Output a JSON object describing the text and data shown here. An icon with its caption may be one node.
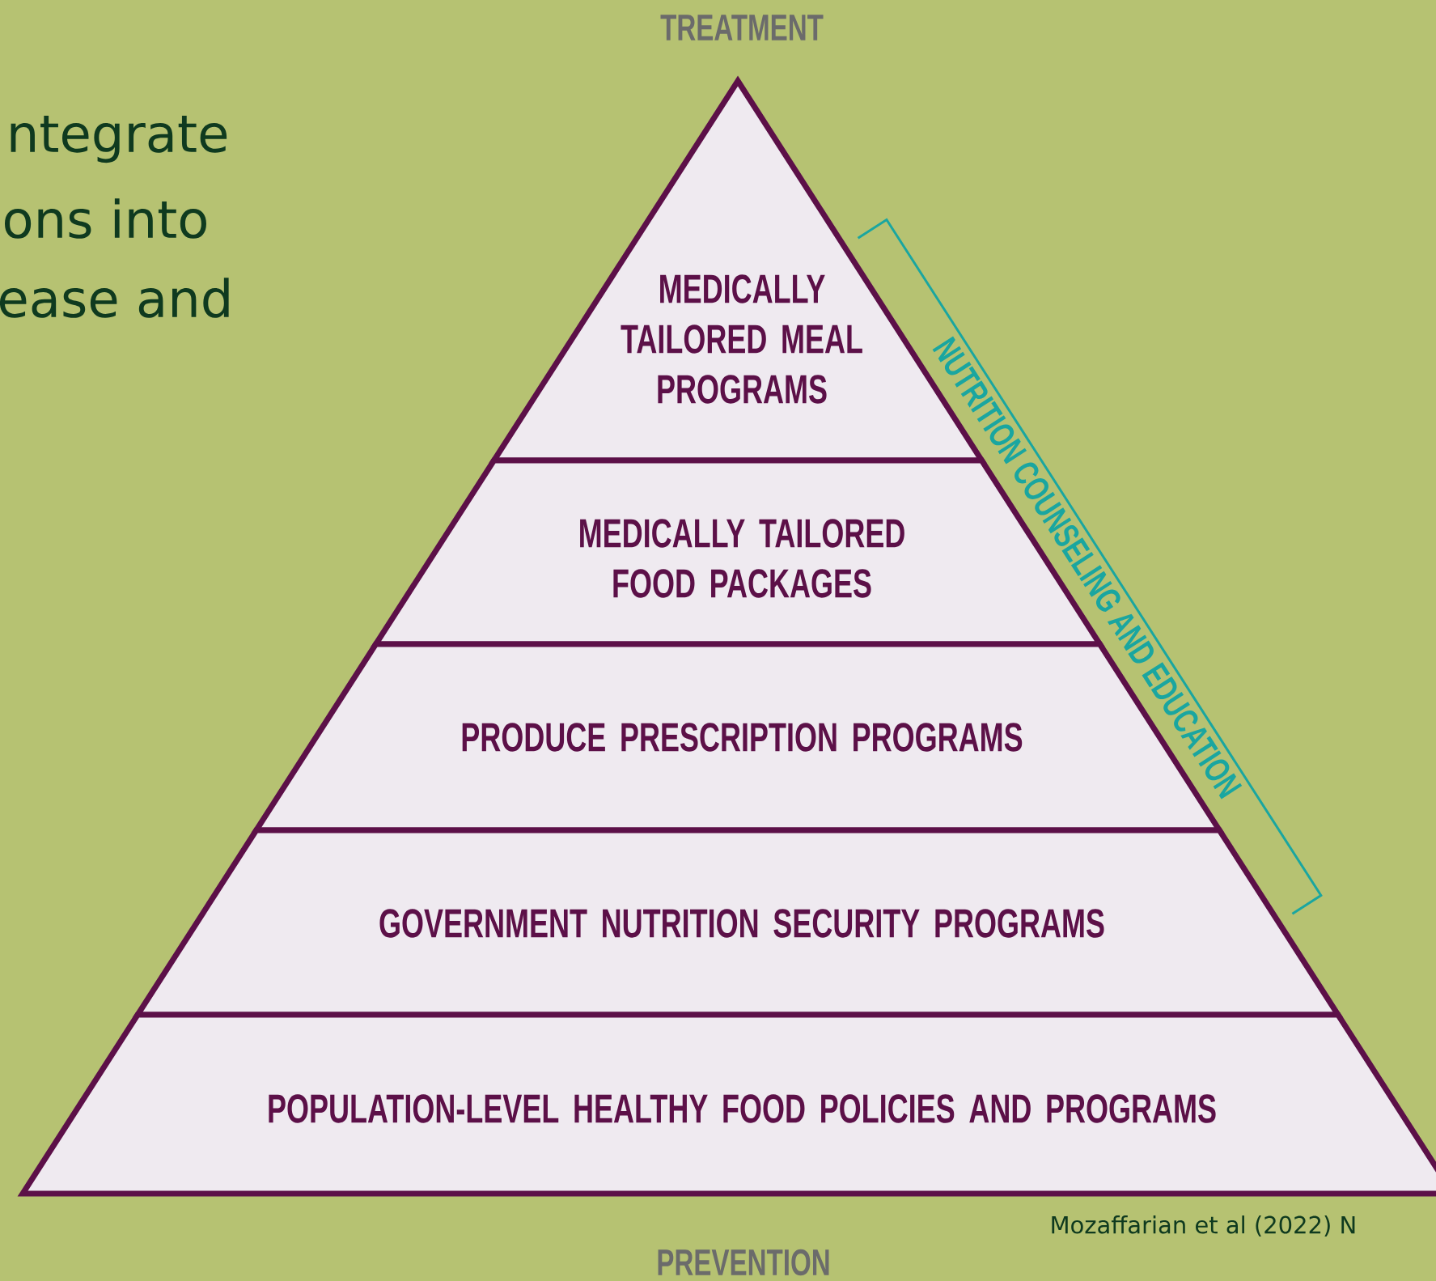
{
  "diagram": {
    "nodes": [
      {
        "text": [
          "MEDICALLY TAILORED MEAL PROGRAMS"
        ]
      },
      {
        "text": [
          "MEDICALLY TAILORED FOOD PACKAGES"
        ]
      },
      {
        "text": [
          "PRODUCE PRESCRIPTION PROGRAMS"
        ]
      },
      {
        "text": [
          "GOVERNMENT NUTRITION SECURITY PROGRAMS"
        ]
      },
      {
        "text": [
          "POPULATION-LEVEL HEALTHY FOOD POLICIES AND PROGRAMS"
        ]
      }
    ],
    "labels": [
      "TREATMENT",
      "ntegrate",
      "ons into",
      "ease and",
      "NUTRITION COUNSELING AND EDUCATION",
      "Mozaffarian et al (2022) N",
      "PREVENTION"
    ]
  }
}
